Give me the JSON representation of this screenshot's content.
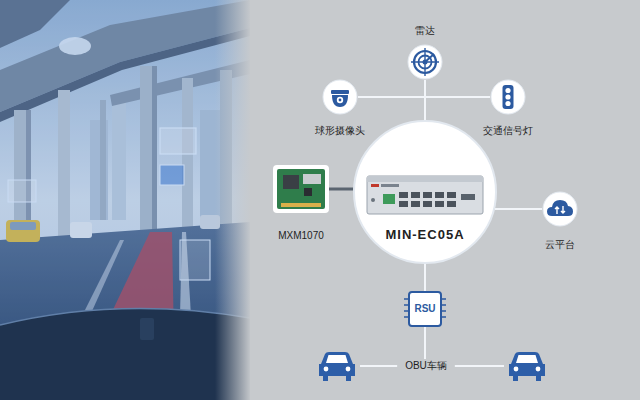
{
  "diagram": {
    "nodes": [
      {
        "text": [
          "雷达"
        ]
      },
      {
        "text": [
          "球形摄像头"
        ]
      },
      {
        "text": [
          "交通信号灯"
        ]
      },
      {
        "text": [
          "MXM1070"
        ]
      },
      {
        "text": [
          "MIN-EC05A"
        ]
      },
      {
        "text": [
          "云平台"
        ]
      },
      {
        "text": [
          "RSU"
        ]
      },
      {
        "text": [
          "OBU车辆"
        ]
      }
    ],
    "edges": [
      {
        "from": 0,
        "to": 4,
        "arrow": "none"
      },
      {
        "from": 1,
        "to": 4,
        "arrow": "none"
      },
      {
        "from": 2,
        "to": 4,
        "arrow": "none"
      },
      {
        "from": 3,
        "to": 4,
        "arrow": "none"
      },
      {
        "from": 4,
        "to": 5,
        "arrow": "none"
      },
      {
        "from": 4,
        "to": 6,
        "arrow": "none"
      },
      {
        "from": 6,
        "to": 7,
        "arrow": "none"
      }
    ]
  }
}
